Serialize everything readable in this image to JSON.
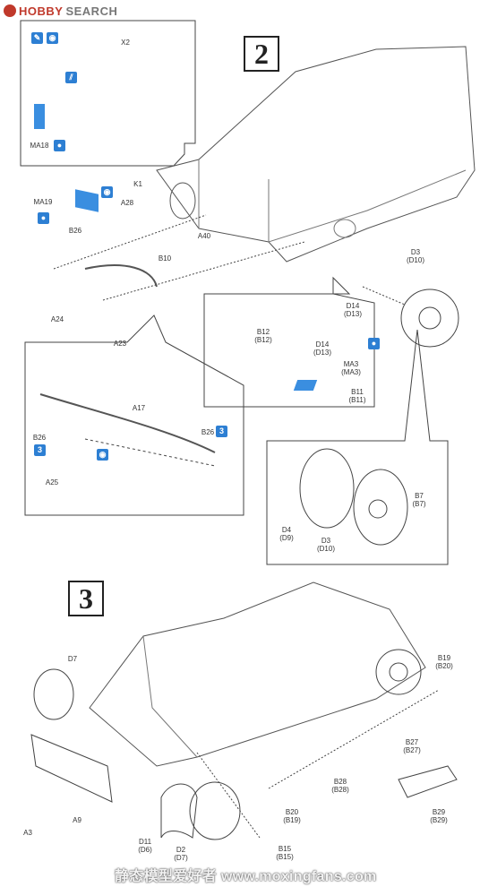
{
  "site_logo": {
    "brand_red": "HOBBY",
    "brand_grey": "SEARCH",
    "red": "#c0392b"
  },
  "step_2": {
    "number": "2",
    "labels": [
      {
        "id": "x2",
        "text": "X2",
        "sub": ""
      },
      {
        "id": "ma18",
        "text": "MA18",
        "sub": ""
      },
      {
        "id": "k1",
        "text": "K1",
        "sub": ""
      },
      {
        "id": "a28",
        "text": "A28",
        "sub": ""
      },
      {
        "id": "ma19",
        "text": "MA19",
        "sub": ""
      },
      {
        "id": "b26-top",
        "text": "B26",
        "sub": ""
      },
      {
        "id": "a40",
        "text": "A40",
        "sub": ""
      },
      {
        "id": "b10",
        "text": "B10",
        "sub": ""
      },
      {
        "id": "a24",
        "text": "A24",
        "sub": ""
      },
      {
        "id": "a23",
        "text": "A23",
        "sub": ""
      },
      {
        "id": "d3-top",
        "text": "D3",
        "sub": "(D10)"
      },
      {
        "id": "d14-top",
        "text": "D14",
        "sub": "(D13)"
      },
      {
        "id": "b12",
        "text": "B12",
        "sub": "(B12)"
      },
      {
        "id": "d14-inset",
        "text": "D14",
        "sub": "(D13)"
      },
      {
        "id": "ma3",
        "text": "MA3",
        "sub": "(MA3)"
      },
      {
        "id": "b11",
        "text": "B11",
        "sub": "(B11)"
      },
      {
        "id": "a17",
        "text": "A17",
        "sub": ""
      },
      {
        "id": "b26-left",
        "text": "B26",
        "sub": ""
      },
      {
        "id": "b26-right",
        "text": "B26",
        "sub": ""
      },
      {
        "id": "a25",
        "text": "A25",
        "sub": ""
      },
      {
        "id": "b7",
        "text": "B7",
        "sub": "(B7)"
      },
      {
        "id": "d4",
        "text": "D4",
        "sub": "(D9)"
      },
      {
        "id": "d3-inset",
        "text": "D3",
        "sub": "(D10)"
      }
    ]
  },
  "step_3": {
    "number": "3",
    "labels": [
      {
        "id": "d7",
        "text": "D7",
        "sub": ""
      },
      {
        "id": "b19",
        "text": "B19",
        "sub": "(B20)"
      },
      {
        "id": "b27",
        "text": "B27",
        "sub": "(B27)"
      },
      {
        "id": "b28",
        "text": "B28",
        "sub": "(B28)"
      },
      {
        "id": "b20",
        "text": "B20",
        "sub": "(B19)"
      },
      {
        "id": "b29",
        "text": "B29",
        "sub": "(B29)"
      },
      {
        "id": "a3",
        "text": "A3",
        "sub": ""
      },
      {
        "id": "a9",
        "text": "A9",
        "sub": ""
      },
      {
        "id": "d11",
        "text": "D11",
        "sub": "(D6)"
      },
      {
        "id": "d2",
        "text": "D2",
        "sub": "(D7)"
      },
      {
        "id": "b15",
        "text": "B15",
        "sub": "(B15)"
      }
    ]
  },
  "icons": {
    "accent": "#2d7fd3"
  },
  "watermark": "静态模型爱好者 www.moxingfans.com"
}
